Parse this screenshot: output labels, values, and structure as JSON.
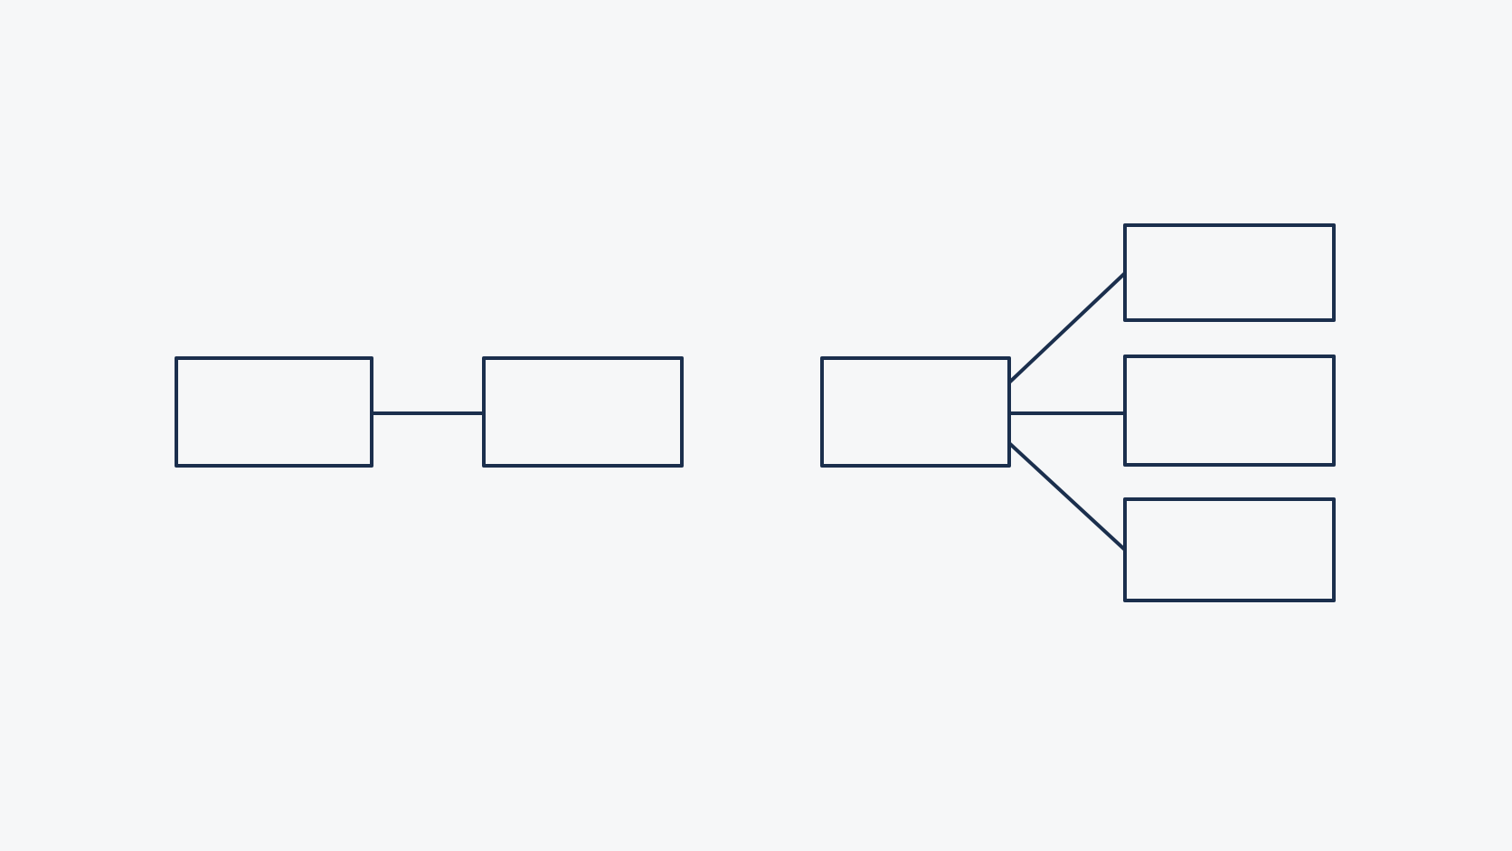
{
  "diagram": {
    "stroke_color": "#1b2f4d",
    "background_color": "#f6f7f8",
    "groups": [
      {
        "id": "linear-pair",
        "nodes": [
          {
            "id": "left-a",
            "label": ""
          },
          {
            "id": "left-b",
            "label": ""
          }
        ],
        "edges": [
          {
            "from": "left-a",
            "to": "left-b"
          }
        ]
      },
      {
        "id": "fan-out",
        "nodes": [
          {
            "id": "hub",
            "label": ""
          },
          {
            "id": "branch-top",
            "label": ""
          },
          {
            "id": "branch-middle",
            "label": ""
          },
          {
            "id": "branch-bottom",
            "label": ""
          }
        ],
        "edges": [
          {
            "from": "hub",
            "to": "branch-top"
          },
          {
            "from": "hub",
            "to": "branch-middle"
          },
          {
            "from": "hub",
            "to": "branch-bottom"
          }
        ]
      }
    ]
  }
}
